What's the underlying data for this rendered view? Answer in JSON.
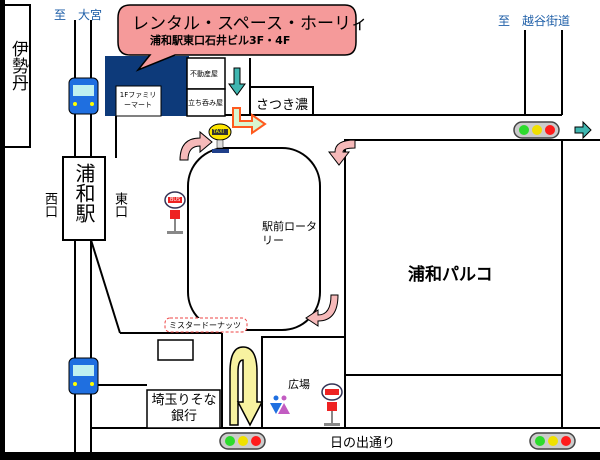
{
  "title": {
    "name": "レンタル・スペース・ホーリィ",
    "address": "浦和駅東口石井ビル3F・4F"
  },
  "directions": {
    "north": "至　大宮",
    "northeast": "至　越谷街道"
  },
  "landmarks": {
    "isetan": "伊勢丹",
    "station": "浦和駅",
    "west_exit": "西口",
    "east_exit": "東口",
    "familymart": "1Fファミリーマート",
    "realestate": "不動産屋",
    "tachinomi": "立ち呑み屋",
    "satsuki": "さつき濃",
    "rotary": "駅前ロータリー",
    "parco": "浦和パルコ",
    "misterdonut": "ミスタードーナッツ",
    "bank": "埼玉りそな銀行",
    "plaza": "広場",
    "street": "日の出通り"
  },
  "signs": {
    "taxi": "TAXI",
    "bus": "BUS"
  },
  "colors": {
    "callout": "#f59a9a",
    "building": "#0d3a7a",
    "train": "#1f6fe0",
    "arrow_pink": "#f6b9b9",
    "arrow_yellow": "#f7f2a0",
    "teal": "#3fb6b0"
  }
}
